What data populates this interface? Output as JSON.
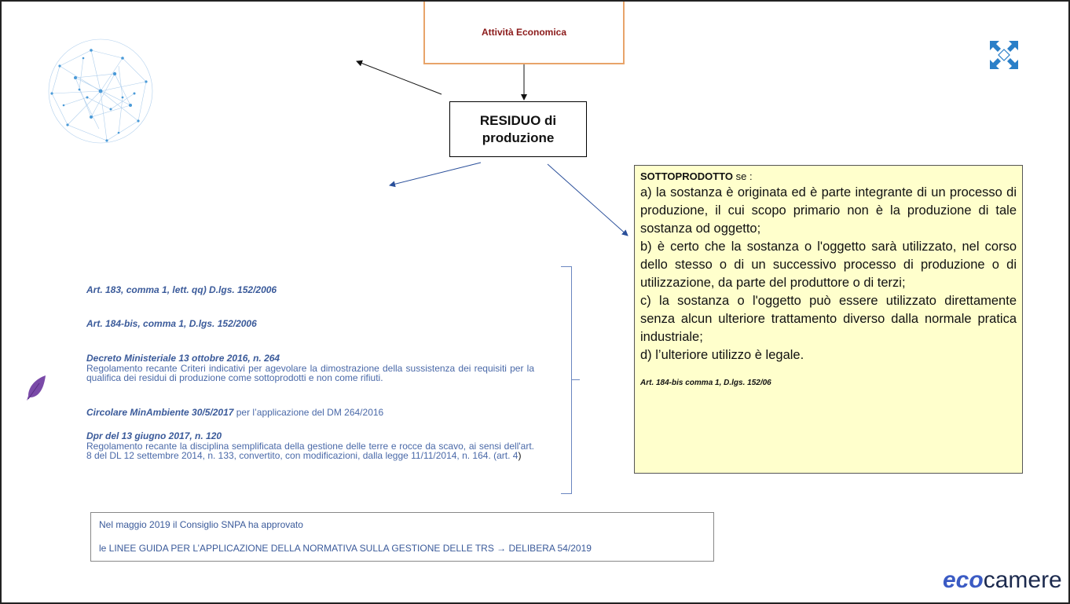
{
  "diagram": {
    "top_box": "Attività Economica",
    "residuo_box": {
      "line1": "RESIDUO di",
      "line2": "produzione"
    }
  },
  "sottoprodotto": {
    "title": "SOTTOPRODOTTO",
    "title_suffix": " se :",
    "clauses": [
      "a) la sostanza è originata ed è parte integrante di un processo di produzione, il cui scopo primario non è la produzione di tale sostanza od oggetto;",
      "b) è certo che la sostanza o l'oggetto sarà utilizzato, nel corso dello stesso o di un successivo processo di produzione o di utilizzazione, da parte del produttore o di terzi;",
      "c) la sostanza o l'oggetto può essere utilizzato direttamente senza alcun ulteriore trattamento diverso dalla normale pratica industriale;",
      "d) l’ulteriore utilizzo è legale."
    ],
    "reference": "Art. 184-bis comma 1, D.lgs. 152/06"
  },
  "references": {
    "r1": "Art. 183, comma 1, lett. qq)  D.lgs. 152/2006",
    "r2": "Art. 184-bis, comma 1, D.lgs. 152/2006",
    "r3_title": "Decreto Ministeriale 13 ottobre 2016, n. 264",
    "r3_body": "Regolamento recante Criteri indicativi per agevolare la dimostrazione della sussistenza dei requisiti per la qualifica dei residui di produzione come sottoprodotti e non come rifiuti.",
    "r4_title": "Circolare MinAmbiente 30/5/2017",
    "r4_rest": " per l’applicazione del DM 264/2016",
    "r5_title": "Dpr  del 13 giugno 2017, n. 120",
    "r5_body": "Regolamento recante la disciplina semplificata della gestione delle terre e rocce da scavo, ai sensi dell'art. 8 del DL 12 settembre 2014, n. 133, convertito, con modificazioni, dalla legge 11/11/2014, n. 164. (art. 4",
    "r5_tail": ")"
  },
  "note": {
    "line1": "Nel maggio 2019 il Consiglio SNPA ha approvato",
    "line2": "le LINEE GUIDA PER L’APPLICAZIONE DELLA NORMATIVA SULLA GESTIONE DELLE TRS →    DELIBERA 54/2019"
  },
  "logo": {
    "eco": "eco",
    "camere": "camere"
  },
  "icons": [
    "network-sphere-icon",
    "expand-arrows-icon",
    "feather-icon"
  ],
  "colors": {
    "accent_blue": "#3b5bc4",
    "box_yellow": "#ffffcc",
    "title_red": "#8b1a1a",
    "top_box_border": "#e8a46a"
  }
}
